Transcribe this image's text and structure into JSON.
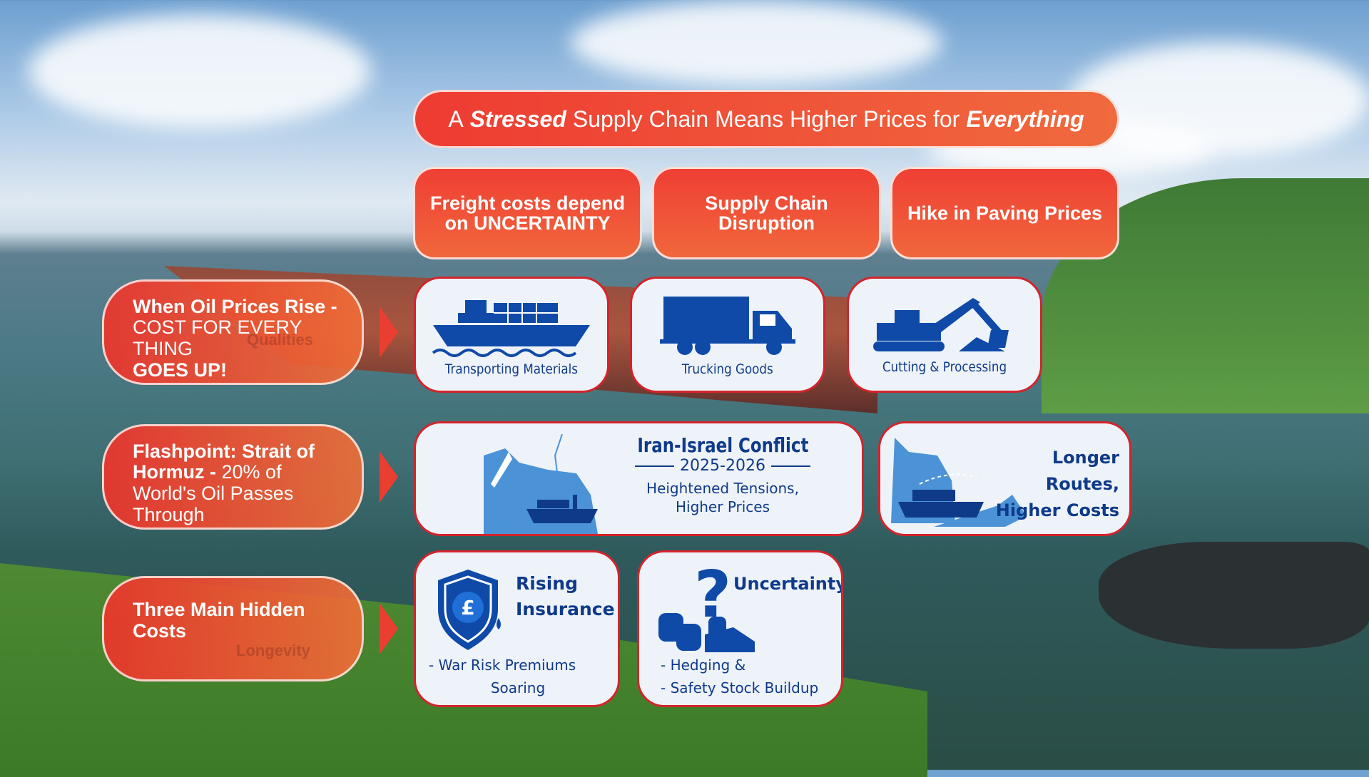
{
  "title": {
    "pre": "A",
    "em1": "Stressed",
    "mid": "Supply Chain Means Higher Prices for",
    "em2": "Everything"
  },
  "top_boxes": [
    "Freight costs depend on UNCERTAINTY",
    "Supply Chain Disruption",
    "Hike in Paving Prices"
  ],
  "icon_cards": [
    {
      "label": "Transporting Materials",
      "icon": "cargo-ship-icon"
    },
    {
      "label": "Trucking Goods",
      "icon": "truck-icon"
    },
    {
      "label": "Cutting & Processing",
      "icon": "excavator-icon"
    }
  ],
  "left_pills": [
    {
      "bold": "When Oil Prices Rise -",
      "normal": "COST FOR EVERY THING",
      "bold2": "GOES UP!",
      "ghost": "Qualities"
    },
    {
      "bold": "Flashpoint: Strait of Hormuz -",
      "normal": "20% of World's Oil Passes Through"
    },
    {
      "bold": "Three Main Hidden Costs",
      "ghost": "Longevity"
    }
  ],
  "conflict": {
    "title": "Iran-Israel Conflict",
    "years": "2025-2026",
    "line1": "Heightened Tensions,",
    "line2": "Higher Prices"
  },
  "routes": {
    "line1": "Longer Routes,",
    "line2": "Higher Costs"
  },
  "insurance": {
    "line1": "Rising",
    "line2": "Insurance",
    "bullet1": "- War Risk Premiums",
    "bullet2": "Soaring",
    "symbol": "£"
  },
  "uncertainty": {
    "title": "Uncertainty",
    "bullet1": "- Hedging &",
    "bullet2": "- Safety Stock Buildup",
    "symbol": "?"
  },
  "colors": {
    "accent": "#ee3b32",
    "navy": "#0f3a8a",
    "map": "#4b93d6",
    "card_border": "#d3242c"
  }
}
